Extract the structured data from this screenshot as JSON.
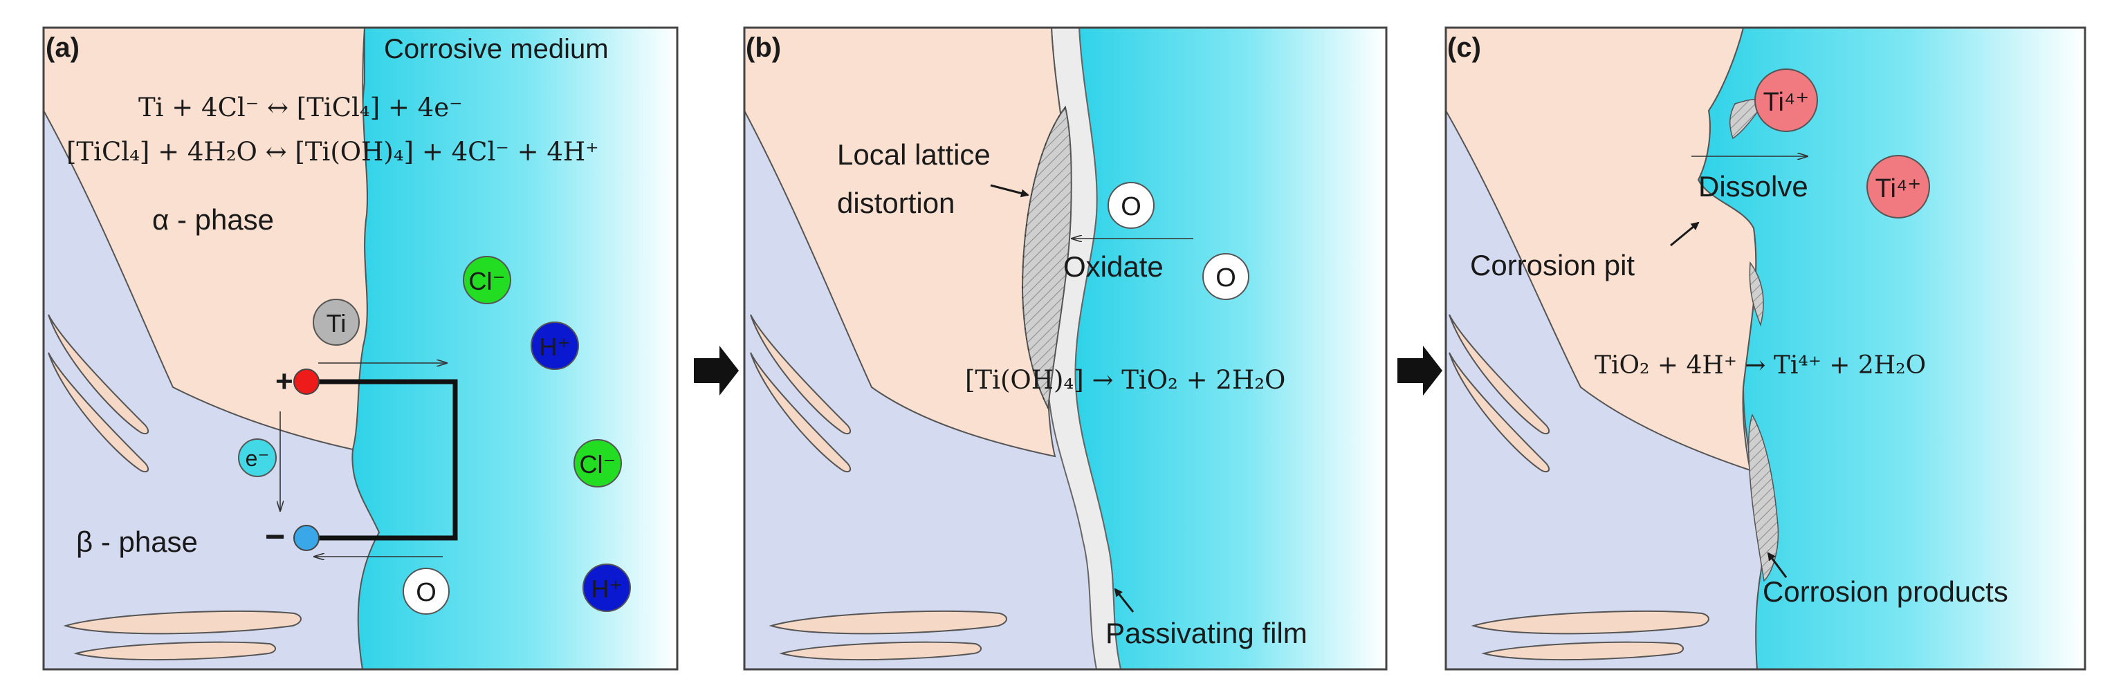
{
  "panels": {
    "a": {
      "letter": "(a)",
      "medium_label": "Corrosive medium",
      "eq1": "Ti + 4Cl⁻ ↔ [TiCl₄] + 4e⁻",
      "eq2": "[TiCl₄] + 4H₂O ↔ [Ti(OH)₄] + 4Cl⁻ + 4H⁺",
      "alpha_label": "α - phase",
      "beta_label": "β - phase",
      "ti_ion": "Ti",
      "electron": "e⁻",
      "cl_ion": "Cl⁻",
      "h_ion": "H⁺",
      "o_atom": "O",
      "plus_sign": "+",
      "minus_sign": "−"
    },
    "b": {
      "letter": "(b)",
      "lattice_line1": "Local lattice",
      "lattice_line2": "distortion",
      "oxidate_label": "Oxidate",
      "o_atom": "O",
      "eq": "[Ti(OH)₄] → TiO₂ + 2H₂O",
      "film_label": "Passivating film"
    },
    "c": {
      "letter": "(c)",
      "ti4_ion": "Ti⁴⁺",
      "dissolve_label": "Dissolve",
      "pit_label": "Corrosion pit",
      "eq": "TiO₂ + 4H⁺ → Ti⁴⁺ + 2H₂O",
      "products_label": "Corrosion products"
    }
  },
  "colors": {
    "beta_phase": "#d4daef",
    "alpha_phase": "#f9e0d0",
    "medium": "#3fd6ea",
    "film": "#ececec",
    "ti_ion": "#b4b4b4",
    "cl_ion": "#22dd22",
    "h_ion": "#0a18d0",
    "electron": "#42d8e6",
    "anode": "#ee1b1b",
    "cathode": "#3aa8e8",
    "ti4_ion": "#f07a80"
  }
}
